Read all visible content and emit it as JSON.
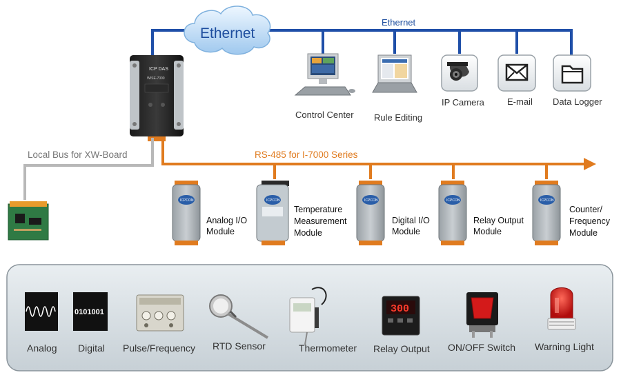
{
  "network": {
    "ethernet_cloud_label": "Ethernet",
    "ethernet_bus_label": "Ethernet",
    "local_bus_label": "Local Bus for XW-Board",
    "rs485_label": "RS-485  for I-7000 Series"
  },
  "controller": {
    "brand_text": "ICP DAS",
    "model_text": "WISE-7000"
  },
  "ethernet_devices": [
    {
      "label": "Control Center",
      "icon": "computer-icon"
    },
    {
      "label": "Rule Editing",
      "icon": "laptop-icon"
    },
    {
      "label": "IP Camera",
      "icon": "camera-icon"
    },
    {
      "label": "E-mail",
      "icon": "envelope-icon"
    },
    {
      "label": "Data Logger",
      "icon": "folder-icon"
    }
  ],
  "modules": [
    {
      "lines": [
        "Analog I/O",
        "Module"
      ]
    },
    {
      "lines": [
        "Temperature",
        "Measurement",
        "Module"
      ]
    },
    {
      "lines": [
        "Digital I/O",
        "Module"
      ]
    },
    {
      "lines": [
        "Relay Output",
        "Module"
      ]
    },
    {
      "lines": [
        "Counter/",
        "Frequency",
        "Module"
      ]
    }
  ],
  "module_logo_text": "ICPCON",
  "signals": [
    {
      "label": "Analog",
      "icon": "analog-wave-icon"
    },
    {
      "label": "Digital",
      "icon": "digital-display-icon",
      "display_text": "0101001"
    },
    {
      "label": "Pulse/Frequency",
      "icon": "pulse-generator-icon"
    },
    {
      "label": "RTD Sensor",
      "icon": "rtd-sensor-icon"
    },
    {
      "label": "Thermometer",
      "icon": "thermometer-icon"
    },
    {
      "label": "Relay Output",
      "icon": "relay-controller-icon",
      "display_text": "300"
    },
    {
      "label": "ON/OFF Switch",
      "icon": "rocker-switch-icon"
    },
    {
      "label": "Warning Light",
      "icon": "warning-light-icon"
    }
  ],
  "colors": {
    "ethernet_line": "#1f4fa8",
    "rs485_line": "#e07b1f",
    "local_bus_line": "#b8b8b8",
    "cloud_text": "#1d4d9e",
    "panel_fill": "#d6dde2"
  }
}
